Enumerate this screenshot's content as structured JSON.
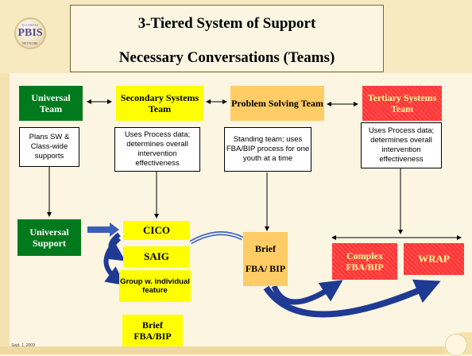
{
  "title": {
    "line1": "3-Tiered System of Support",
    "line2": "Necessary Conversations (Teams)"
  },
  "logo": {
    "top": "ILLINOIS",
    "main": "PBIS",
    "bottom": "NETWORK"
  },
  "teams": {
    "universal": {
      "label": "Universal Team",
      "desc": "Plans SW & Class-wide supports"
    },
    "secondary": {
      "label": "Secondary Systems Team",
      "desc": "Uses Process data; determines overall intervention effectiveness"
    },
    "problem": {
      "label": "Problem Solving Team",
      "desc": "Standing team; uses FBA/BIP process for one youth at a time"
    },
    "tertiary": {
      "label": "Tertiary Systems Team",
      "desc": "Uses Process data; determines overall intervention effectiveness"
    }
  },
  "interventions": {
    "universal_support": "Universal Support",
    "cico": "CICO",
    "saig": "SAIG",
    "group_individual": "Group w. individual feature",
    "brief_bottom": "Brief FBA/BIP",
    "brief_mid_1": "Brief",
    "brief_mid_2": "FBA/ BIP",
    "complex": "Complex FBA/BIP",
    "wrap": "WRAP"
  },
  "footer_date": "Sept. 1, 2009",
  "colors": {
    "green": "#007a1c",
    "yellow": "#ffff00",
    "gold": "#ffcc66",
    "red": "#ff3333",
    "blue": "#1f3a93"
  }
}
